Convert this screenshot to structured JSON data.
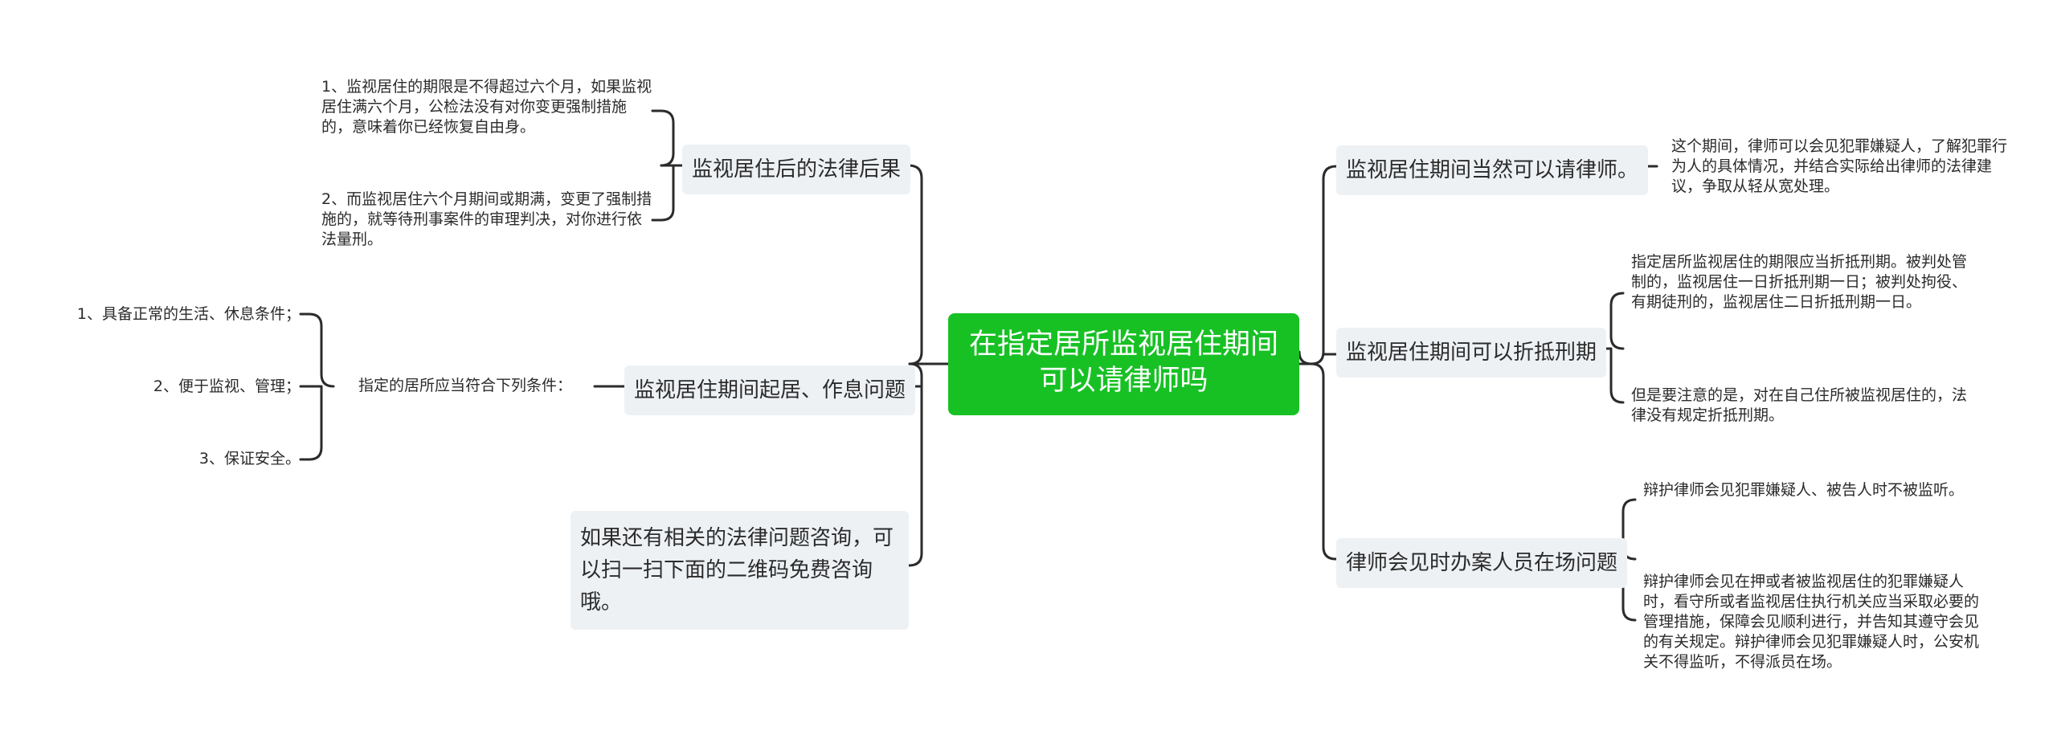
{
  "root": {
    "line1": "在指定居所监视居住期间",
    "line2": "可以请律师吗"
  },
  "left": {
    "consequences": {
      "label": "监视居住后的法律后果",
      "items": [
        "1、监视居住的期限是不得超过六个月，如果监视居住满六个月，公检法没有对你变更强制措施的，意味着你已经恢复自由身。",
        "2、而监视居住六个月期间或期满，变更了强制措施的，就等待刑事案件的审理判决，对你进行依法量刑。"
      ]
    },
    "residence": {
      "label": "监视居住期间起居、作息问题",
      "sub_label": "指定的居所应当符合下列条件：",
      "conditions": [
        "1、具备正常的生活、休息条件；",
        "2、便于监视、管理；",
        "3、保证安全。"
      ]
    },
    "consult": {
      "label": "如果还有相关的法律问题咨询，可以扫一扫下面的二维码免费咨询哦。"
    }
  },
  "right": {
    "hire_lawyer": {
      "label": "监视居住期间当然可以请律师。",
      "items": [
        "这个期间，律师可以会见犯罪嫌疑人，了解犯罪行为人的具体情况，并结合实际给出律师的法律建议，争取从轻从宽处理。"
      ]
    },
    "offset_sentence": {
      "label": "监视居住期间可以折抵刑期",
      "items": [
        "指定居所监视居住的期限应当折抵刑期。被判处管制的，监视居住一日折抵刑期一日；被判处拘役、有期徒刑的，监视居住二日折抵刑期一日。",
        "但是要注意的是，对在自己住所被监视居住的，法律没有规定折抵刑期。"
      ]
    },
    "meeting": {
      "label": "律师会见时办案人员在场问题",
      "items": [
        "辩护律师会见犯罪嫌疑人、被告人时不被监听。",
        "辩护律师会见在押或者被监视居住的犯罪嫌疑人时，看守所或者监视居住执行机关应当采取必要的管理措施，保障会见顺利进行，并告知其遵守会见的有关规定。辩护律师会见犯罪嫌疑人时，公安机关不得监听，不得派员在场。"
      ]
    }
  },
  "colors": {
    "root": "#17c124",
    "branch_bg": "#eef1f4",
    "line": "#2b2b2b"
  }
}
